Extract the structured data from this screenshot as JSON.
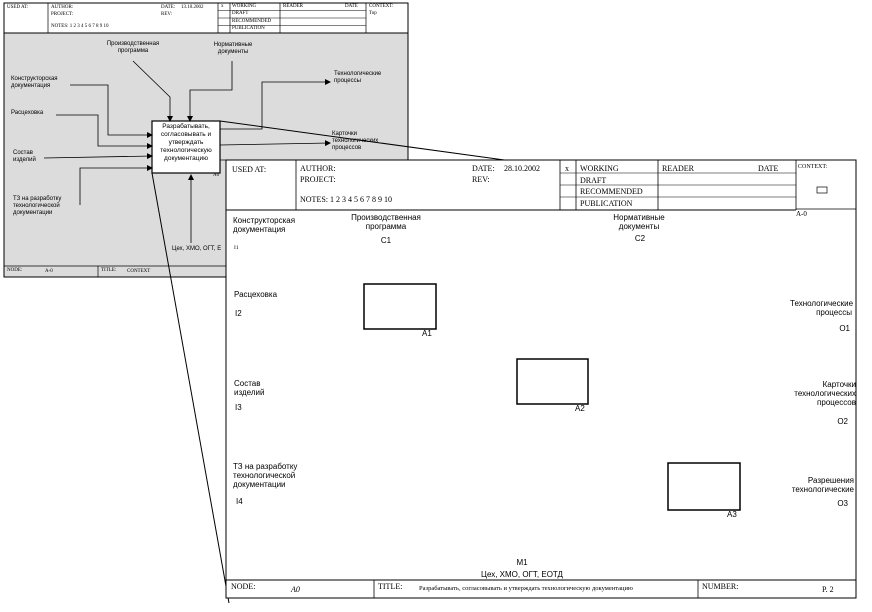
{
  "small": {
    "header": {
      "used_at": "USED AT:",
      "author": "AUTHOR:",
      "project": "PROJECT:",
      "date_label": "DATE:",
      "date_value": "13.10.2002",
      "rev": "REV:",
      "notes": "NOTES:  1  2  3  4  5  6  7  8  9  10",
      "x": "x",
      "working": "WORKING",
      "draft": "DRAFT",
      "recommended": "RECOMMENDED",
      "publication": "PUBLICATION",
      "reader": "READER",
      "date2": "DATE",
      "context": "CONTEXT:",
      "top": "Top"
    },
    "labels": {
      "control1": "Производственная\nпрограмма",
      "control2": "Нормативные\nдокументы",
      "input1": "Конструкторская\nдокументация",
      "input2": "Расцеховка",
      "input3": "Состав\nизделий",
      "input4": "ТЗ на разработку\nтехнологической\nдокументации",
      "output1": "Технологические\nпроцессы",
      "output2": "Карточки\nтехнологических\nпроцессов",
      "mech": "Цех, ХМО, ОГТ, Е",
      "activity": "Разрабатывать,\nсогласовывать и\nутверждать\nтехнологическую\nдокументацию",
      "a0": "A0"
    },
    "footer": {
      "node": "NODE:",
      "node_value": "A-0",
      "title": "TITLE:",
      "context": "CONTEXT"
    }
  },
  "large": {
    "header": {
      "used_at": "USED AT:",
      "author": "AUTHOR:",
      "project": "PROJECT:",
      "date_label": "DATE:",
      "date_value": "28.10.2002",
      "rev": "REV:",
      "notes": "NOTES:  1  2  3  4  5  6  7  8  9  10",
      "x": "x",
      "working": "WORKING",
      "draft": "DRAFT",
      "recommended": "RECOMMENDED",
      "publication": "PUBLICATION",
      "reader": "READER",
      "date2": "DATE",
      "context": "CONTEXT:",
      "a_minus_0": "A-0"
    },
    "labels": {
      "i1_text": "Конструкторская\nдокументация",
      "i1": "I1",
      "c1_text": "Производственная\nпрограмма",
      "c1": "C1",
      "c2_text": "Нормативные\nдокументы",
      "c2": "C2",
      "i2_text": "Расцеховка",
      "i2": "I2",
      "i3_text": "Состав\nизделий",
      "i3": "I3",
      "i4_text": "ТЗ на разработку\nтехнологической\nдокументации",
      "i4": "I4",
      "o1_text": "Технологические\nпроцессы",
      "o1": "O1",
      "o2_text": "Карточки\nтехнологических\nпроцессов",
      "o2": "O2",
      "o3_text": "Разрешения\nтехнологические",
      "o3": "O3",
      "m1": "M1",
      "m1_text": "Цех, ХМО, ОГТ, ЕОТД",
      "a1": "A1",
      "a2": "A2",
      "a3": "A3"
    },
    "footer": {
      "node": "NODE:",
      "node_value": "A0",
      "title": "TITLE:",
      "title_value": "Разрабатывать, согласовывать и утверждать технологическую документацию",
      "number": "NUMBER:",
      "page": "P. 2"
    }
  }
}
